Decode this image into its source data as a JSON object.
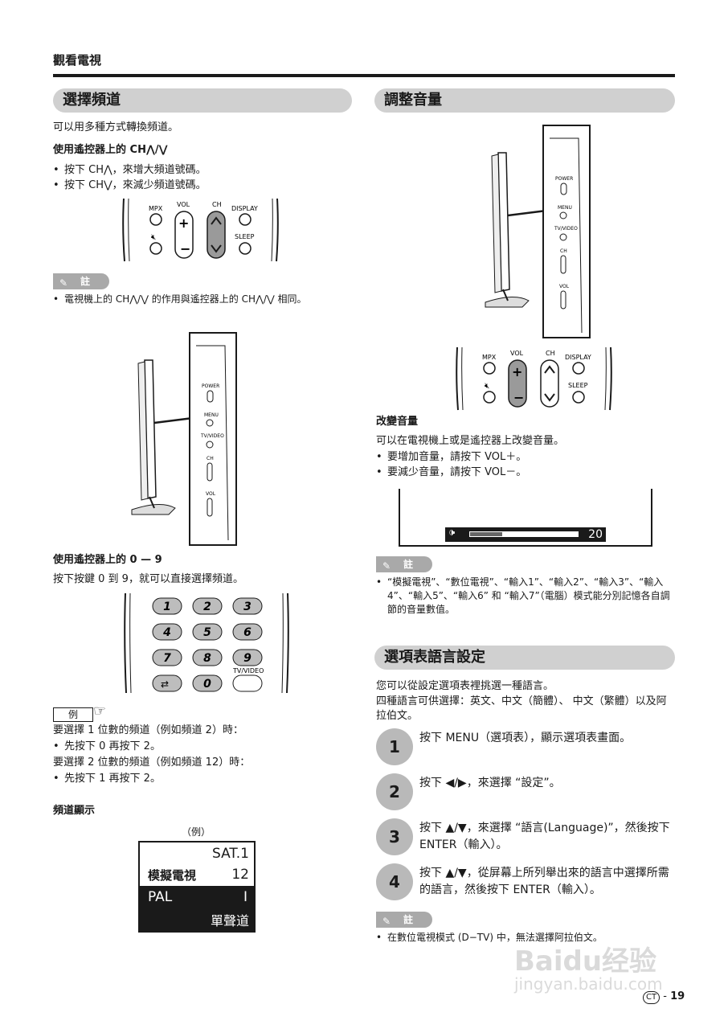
{
  "header": {
    "section_title": "觀看電視"
  },
  "select_channel": {
    "heading": "選擇頻道",
    "intro": "可以用多種方式轉換頻道。",
    "remote_ch_title": "使用遙控器上的 CH⋀/⋁",
    "bullets": [
      "按下 CH⋀，來增大頻道號碼。",
      "按下 CH⋁，來減少頻道號碼。"
    ],
    "remote_labels": {
      "mpx": "MPX",
      "vol": "VOL",
      "ch": "CH",
      "display": "DISPLAY",
      "sleep": "SLEEP"
    },
    "note_label": "註",
    "note_text": "電視機上的 CH⋀/⋁ 的作用與遙控器上的 CH⋀/⋁ 相同。",
    "tv_side_labels": {
      "power": "POWER",
      "menu": "MENU",
      "tvvideo": "TV/VIDEO",
      "ch": "CH",
      "vol": "VOL"
    },
    "digits_title": "使用遙控器上的 0 — 9",
    "digits_intro": "按下按鍵 0 到 9，就可以直接選擇頻道。",
    "keypad": [
      "1",
      "2",
      "3",
      "4",
      "5",
      "6",
      "7",
      "8",
      "9",
      "0"
    ],
    "keypad_tvvideo": "TV/VIDEO",
    "example_label": "例",
    "example_lines": [
      "要選擇 1 位數的頻道（例如頻道 2）時：",
      "先按下 0 再按下 2。",
      "要選擇 2 位數的頻道（例如頻道 12）時：",
      "先按下 1 再按下 2。"
    ],
    "channel_display_title": "頻道顯示",
    "example_caption": "（例）",
    "display": {
      "sat": "SAT.1",
      "mode": "模擬電視",
      "channel": "12",
      "system": "PAL",
      "audio_mark": "I",
      "audio": "單聲道"
    }
  },
  "volume": {
    "heading": "調整音量",
    "change_title": "改變音量",
    "intro": "可以在電視機上或是遙控器上改變音量。",
    "bullets": [
      "要增加音量，請按下 VOL＋。",
      "要減少音量，請按下 VOL－。"
    ],
    "osd_level": "20",
    "osd_fraction": 0.3,
    "note_label": "註",
    "note_text": "“模擬電視”、“數位電視”、“輸入1”、“輸入2”、“輸入3”、“輸入4”、“輸入5”、“輸入6” 和 “輸入7”（電腦）模式能分別記憶各自調節的音量數值。"
  },
  "language": {
    "heading": "選項表語言設定",
    "intro1": "您可以從設定選項表裡挑選一種語言。",
    "intro2": "四種語言可供選擇：英文、中文（簡體）、 中文（繁體）以及阿拉伯文。",
    "steps": [
      {
        "num": "1",
        "text": "按下 MENU（選項表），顯示選項表畫面。"
      },
      {
        "num": "2",
        "text": "按下 ◀/▶，來選擇 “設定”。"
      },
      {
        "num": "3",
        "text": "按下 ▲/▼，來選擇 “語言(Language)”，然後按下 ENTER（輸入）。"
      },
      {
        "num": "4",
        "text": "按下 ▲/▼，從屏幕上所列舉出來的語言中選擇所需的語言，然後按下 ENTER（輸入）。"
      }
    ],
    "note_label": "註",
    "note_text": "在數位電視模式 (D−TV) 中，無法選擇阿拉伯文。"
  },
  "footer": {
    "lang_code": "CT",
    "page": "19",
    "watermark": "Baidu经验",
    "watermark_url": "jingyan.baidu.com"
  }
}
